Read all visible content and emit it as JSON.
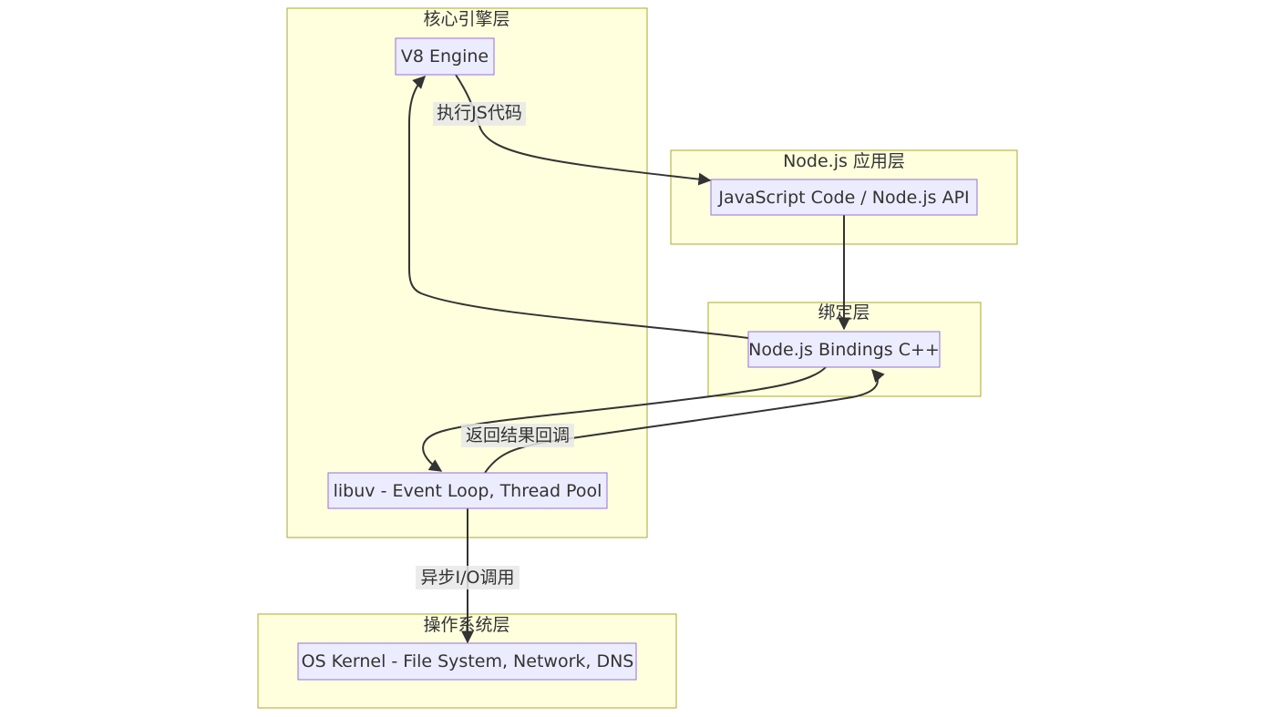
{
  "clusters": {
    "core": {
      "title": "核心引擎层"
    },
    "app": {
      "title": "Node.js 应用层"
    },
    "bind": {
      "title": "绑定层"
    },
    "os": {
      "title": "操作系统层"
    }
  },
  "nodes": {
    "v8": {
      "label": "V8 Engine"
    },
    "js": {
      "label": "JavaScript Code / Node.js API"
    },
    "bindings": {
      "label": "Node.js Bindings C++"
    },
    "libuv": {
      "label": "libuv - Event Loop, Thread Pool"
    },
    "kernel": {
      "label": "OS Kernel - File System, Network, DNS"
    }
  },
  "edges": {
    "v8_to_js": {
      "label": "执行JS代码"
    },
    "bindings_libuv": {
      "label": "返回结果回调"
    },
    "libuv_to_kernel": {
      "label": "异步I/O调用"
    }
  }
}
